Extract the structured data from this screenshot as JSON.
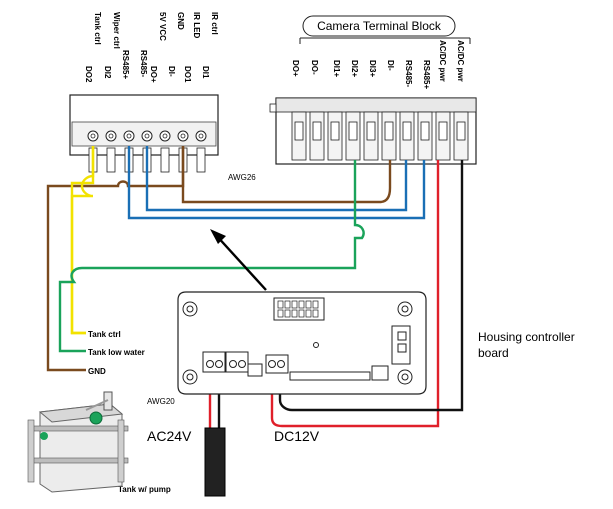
{
  "left_connector": {
    "pins_col1": [
      "Tank ctrl",
      "Wiper ctrl",
      "RS485+",
      "5V VCC",
      "GND",
      "IR LED",
      "IR ctrl"
    ],
    "pins_col2": [
      "DO2",
      "DI2",
      "RS485-",
      "DO+",
      "DI-",
      "DO1",
      "DI1"
    ]
  },
  "camera_terminal": {
    "title": "Camera Terminal Block",
    "pins": [
      "DO+",
      "DO-",
      "DI1+",
      "DI2+",
      "DI3+",
      "DI-",
      "RS485-",
      "RS485+",
      "AC/DC pwr",
      "AC/DC pwr"
    ]
  },
  "labels": {
    "awg26": "AWG26",
    "awg20": "AWG20",
    "housing_line1": "Housing controller",
    "housing_line2": "board",
    "ac24v": "AC24V",
    "dc12v": "DC12V",
    "tank_ctrl": "Tank ctrl",
    "tank_low_water": "Tank low water",
    "gnd": "GND",
    "tank_pump": "Tank w/ pump"
  },
  "colors": {
    "yellow": "#f2e200",
    "brown": "#7a4a1e",
    "blue": "#1a6fb5",
    "green": "#1aa35a",
    "red": "#e0202a",
    "black": "#111111"
  }
}
